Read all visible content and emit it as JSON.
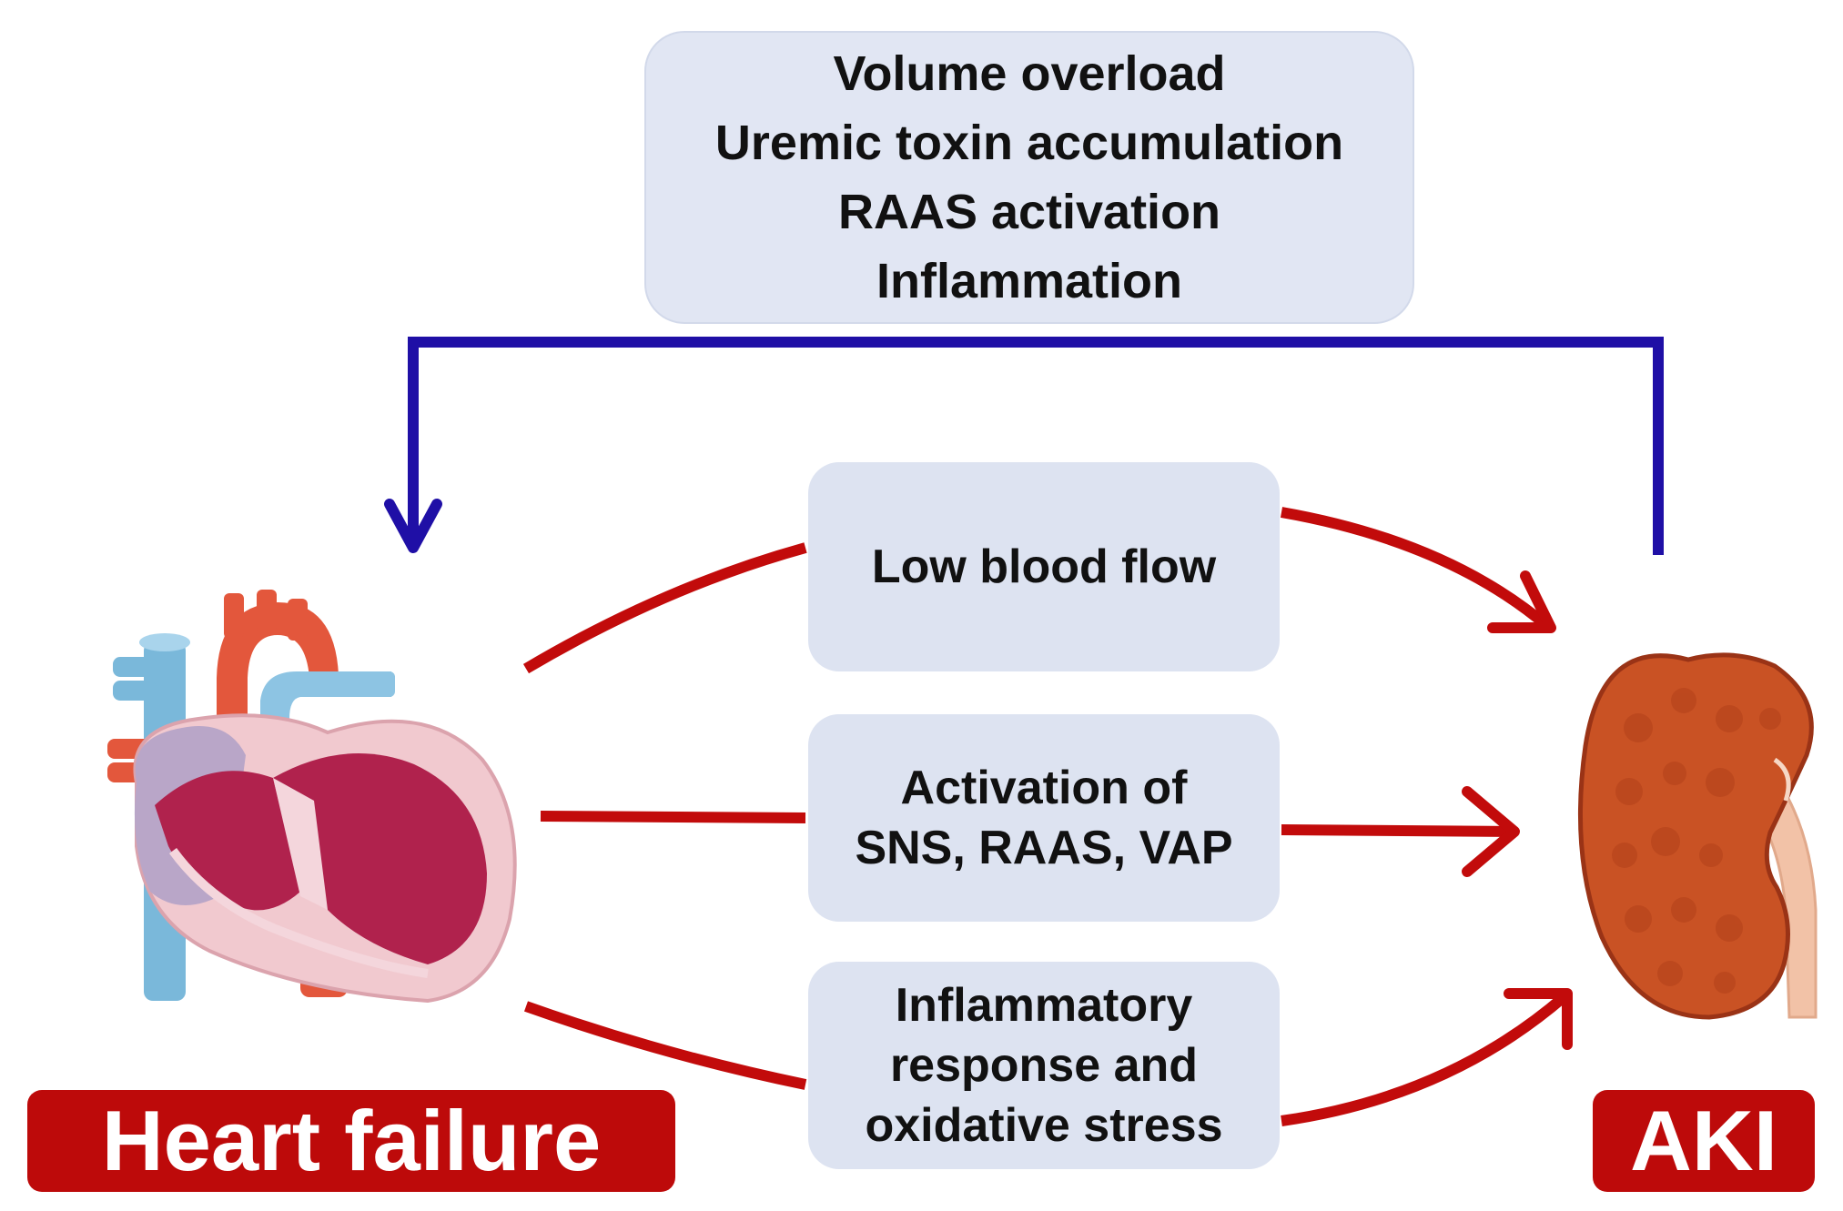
{
  "feedback_box": {
    "lines": [
      "Volume overload",
      "Uremic toxin accumulation",
      "RAAS activation",
      "Inflammation"
    ]
  },
  "pathways": {
    "low_blood_flow": [
      "Low blood flow"
    ],
    "activation": [
      "Activation of",
      "SNS, RAAS, VAP"
    ],
    "inflammatory": [
      "Inflammatory",
      "response and",
      "oxidative stress"
    ]
  },
  "labels": {
    "heart_failure": "Heart failure",
    "aki": "AKI"
  },
  "colors": {
    "feedback_arrow": "#1f0fa6",
    "pathway_arrow": "#c20b0b",
    "badge": "#bd0a0a",
    "box_fill": "#dde3f1"
  },
  "icons": {
    "heart": "heart-anatomy-icon",
    "kidney": "kidney-icon"
  }
}
